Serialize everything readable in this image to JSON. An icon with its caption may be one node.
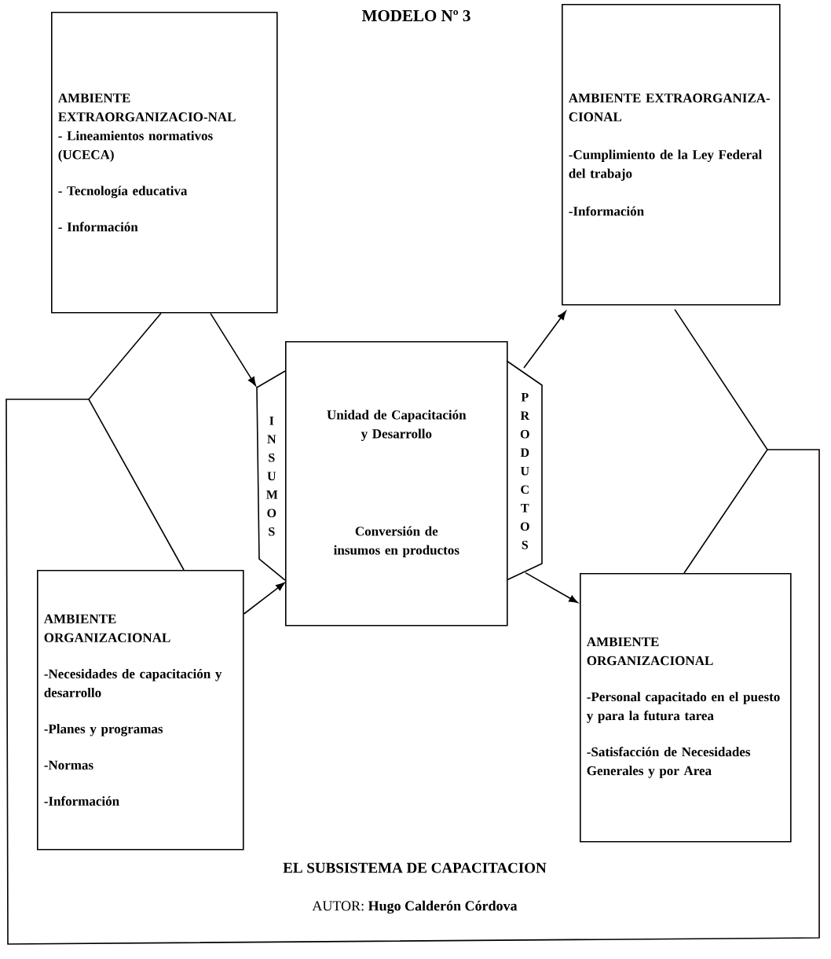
{
  "diagram": {
    "title": "MODELO Nº 3",
    "nodes": [
      {
        "text": [
          "AMBIENTE EXTRAORGANIZACIO-NAL",
          "- Lineamientos normativos (UCECA)",
          "- Tecnología educativa",
          "- Información"
        ]
      },
      {
        "text": [
          "AMBIENTE EXTRAORGANIZA-CIONAL",
          "-Cumplimiento de la Ley Federal del trabajo",
          "-Información"
        ]
      },
      {
        "text": [
          "Unidad de Capacitación y Desarrollo",
          "Conversión de insumos en productos"
        ]
      },
      {
        "text": [
          "INSUMOS"
        ]
      },
      {
        "text": [
          "PRODUCTOS"
        ]
      },
      {
        "text": [
          "AMBIENTE ORGANIZACIONAL",
          "-Necesidades de capacitación y desarrollo",
          "-Planes y programas",
          "-Normas",
          "-Información"
        ]
      },
      {
        "text": [
          "AMBIENTE ORGANIZACIONAL",
          "-Personal capacitado en el puesto y para la futura tarea",
          "-Satisfacción de Necesidades Generales y por Area"
        ]
      }
    ],
    "edges": [
      {
        "from": 0,
        "to": 3,
        "arrow": "to"
      },
      {
        "from": 5,
        "to": 3,
        "arrow": "to"
      },
      {
        "from": 4,
        "to": 1,
        "arrow": "to"
      },
      {
        "from": 4,
        "to": 6,
        "arrow": "to"
      },
      {
        "from": 0,
        "to": 5,
        "arrow": "none"
      },
      {
        "from": 1,
        "to": 6,
        "arrow": "none"
      }
    ],
    "labels": [
      "EL SUBSISTEMA DE CAPACITACION",
      "AUTOR: **Hugo Calderón Córdova**"
    ]
  }
}
